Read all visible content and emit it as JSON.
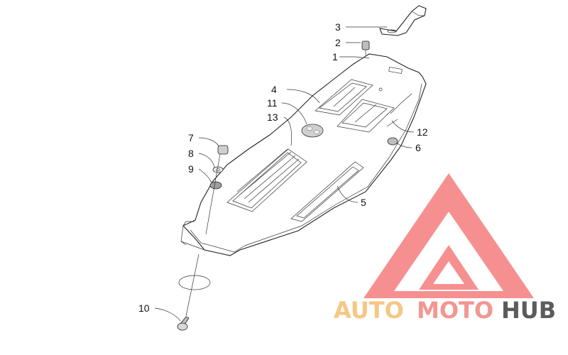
{
  "callouts": [
    {
      "id": "3",
      "label": "3"
    },
    {
      "id": "2",
      "label": "2"
    },
    {
      "id": "1",
      "label": "1"
    },
    {
      "id": "4",
      "label": "4"
    },
    {
      "id": "11",
      "label": "11"
    },
    {
      "id": "13",
      "label": "13"
    },
    {
      "id": "7",
      "label": "7"
    },
    {
      "id": "8",
      "label": "8"
    },
    {
      "id": "9",
      "label": "9"
    },
    {
      "id": "12",
      "label": "12"
    },
    {
      "id": "6",
      "label": "6"
    },
    {
      "id": "5",
      "label": "5"
    },
    {
      "id": "10",
      "label": "10"
    }
  ],
  "watermark": {
    "part1": "AUTO",
    "part2": "MOTO",
    "part3": "HUB",
    "color_auto": "#f5c27a",
    "color_moto": "#f28b86",
    "color_hub": "#4a4a4a",
    "logo_color": "#f36b6b"
  }
}
